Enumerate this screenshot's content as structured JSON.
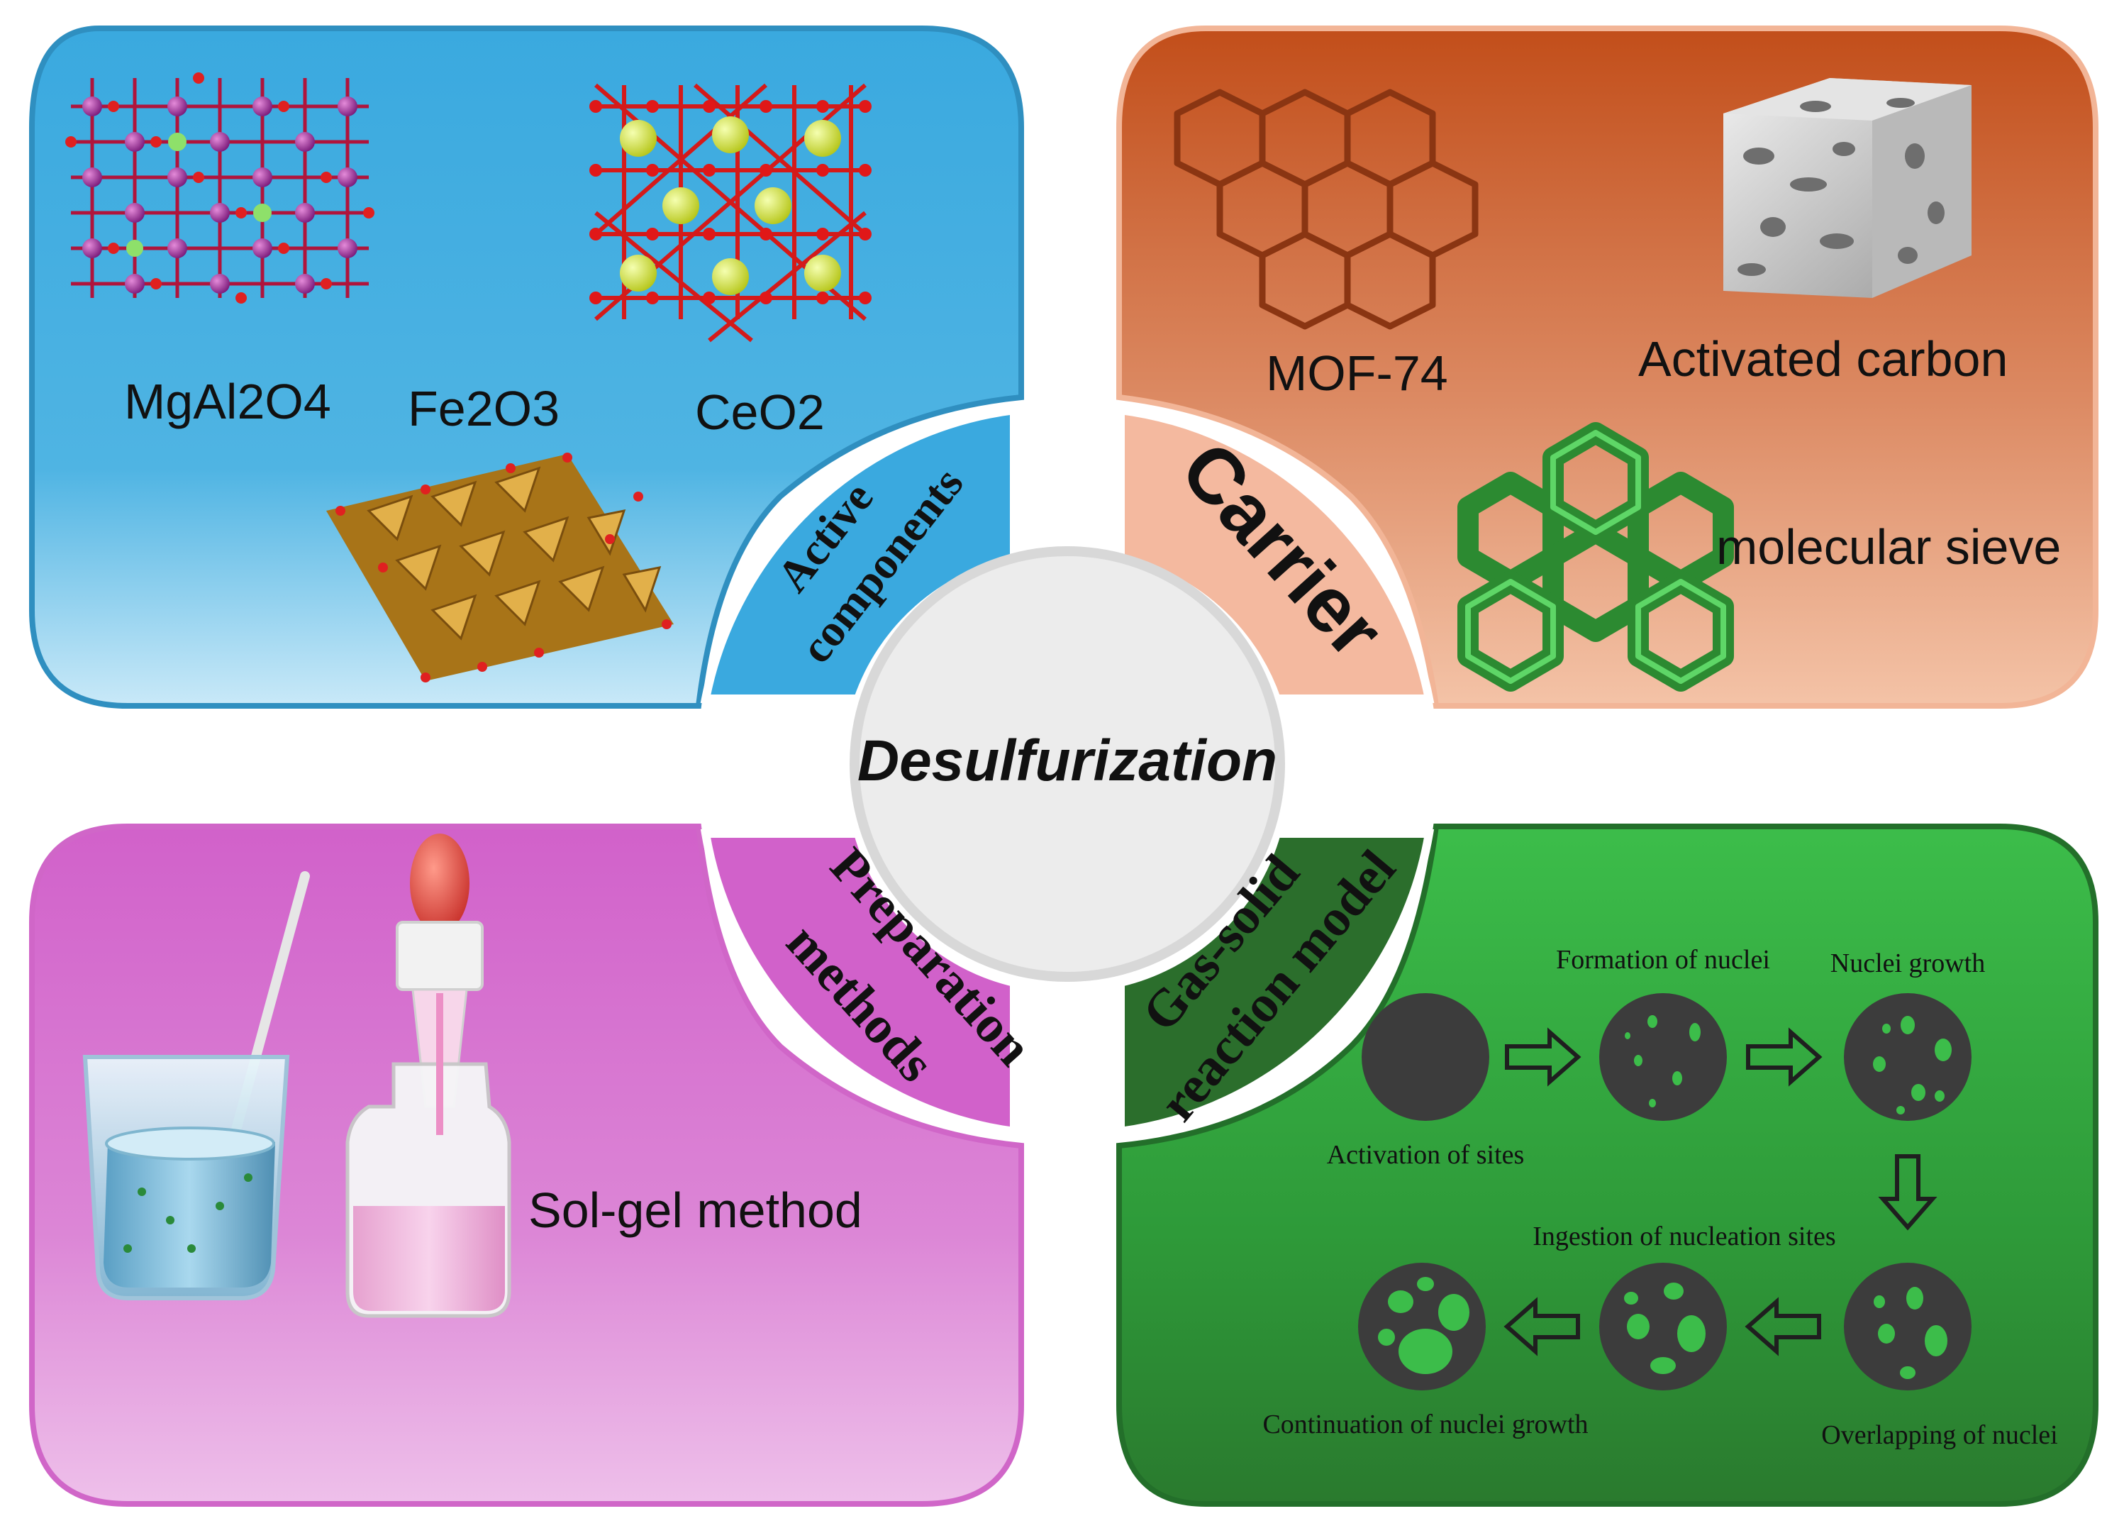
{
  "center": {
    "title": "Desulfurization"
  },
  "quadrants": {
    "active": {
      "label_line1": "Active",
      "label_line2": "components",
      "items": [
        "MgAl2O4",
        "Fe2O3",
        "CeO2"
      ],
      "color": "#3aa8de"
    },
    "carrier": {
      "label": "Carrier",
      "items": [
        "MOF-74",
        "Activated carbon",
        "molecular sieve"
      ],
      "color": "#c5521e"
    },
    "preparation": {
      "label_line1": "Preparation",
      "label_line2": "methods",
      "method": "Sol-gel method",
      "color": "#d36bcd"
    },
    "gas_solid": {
      "label_line1": "Gas-solid",
      "label_line2": "reaction model",
      "steps": {
        "activation": "Activation of sites",
        "formation": "Formation of nuclei",
        "growth": "Nuclei growth",
        "overlapping": "Overlapping of nuclei",
        "ingestion": "Ingestion of nucleation sites",
        "continuation": "Continuation of nuclei growth"
      },
      "color": "#2f9a3a"
    }
  }
}
